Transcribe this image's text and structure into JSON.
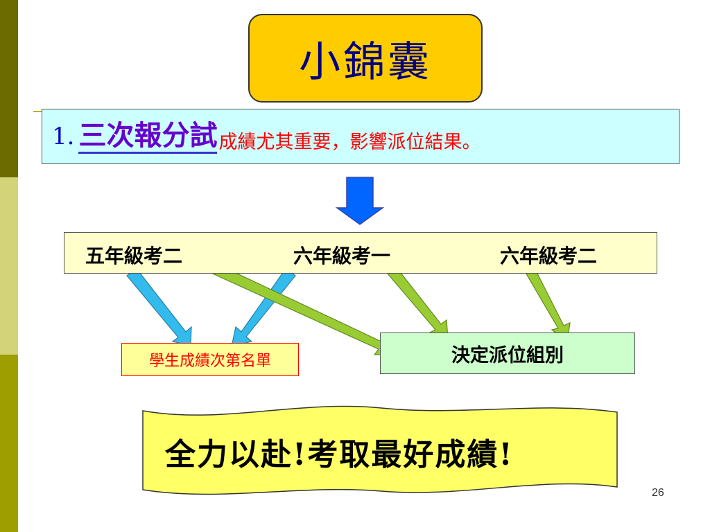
{
  "title": "小錦囊",
  "point": {
    "number": "1.",
    "term": "三次報分試",
    "text": "成績尤其重要，影響派位結果。"
  },
  "exams": [
    "五年級考二",
    "六年級考一",
    "六年級考二"
  ],
  "outputs": {
    "list": "學生成績次第名單",
    "group": "決定派位組別"
  },
  "banner": "全力以赴!考取最好成績!",
  "page_number": "26",
  "colors": {
    "title_bg": "#ffcc00",
    "title_text": "#000080",
    "point_bg": "#ccffff",
    "term_color": "#6600cc",
    "point_text": "#ff0000",
    "exam_bg": "#ffffcc",
    "list_bg": "#ffff99",
    "group_bg": "#ccffcc",
    "banner_bg": "#ffff66",
    "arrow_blue": "#0066ff",
    "arrow_cyan": "#33bbee",
    "arrow_green": "#99cc33"
  }
}
